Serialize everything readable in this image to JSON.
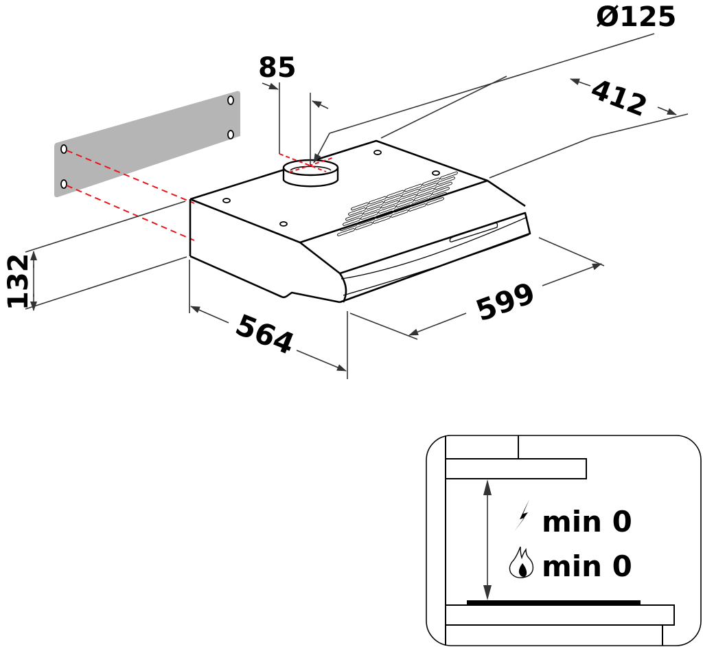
{
  "diagram": {
    "title": "Cooker hood dimension drawing",
    "colors": {
      "outline": "#000000",
      "dimension_line": "#333333",
      "mounting_plate": "#b5b5b5",
      "center_marks": "#e8141b",
      "background": "#ffffff"
    },
    "dimensions": {
      "duct_diameter": "Ø125",
      "duct_offset": "85",
      "depth_top": "412",
      "height": "132",
      "depth": "564",
      "width": "599"
    },
    "clearance_panel": {
      "electric_icon": "lightning-bolt",
      "electric_label": "min 0",
      "gas_icon": "flame",
      "gas_label": "min 0"
    }
  }
}
